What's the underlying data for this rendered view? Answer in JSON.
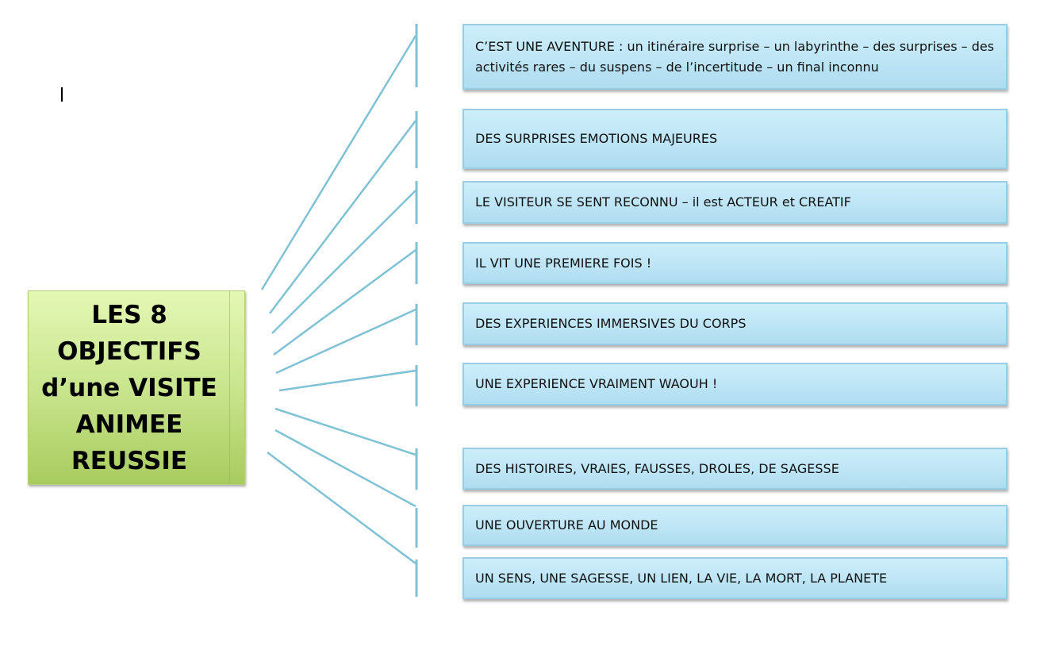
{
  "center": {
    "title": "LES 8 OBJECTIFS d’une VISITE ANIMEE REUSSIE"
  },
  "colors": {
    "center_fill": "#c6e389",
    "box_fill": "#c3e8f7",
    "connector": "#7fc2d6"
  },
  "objectives": [
    "C’EST UNE AVENTURE : un itinéraire surprise – un labyrinthe – des surprises – des activités rares – du suspens – de l’incertitude – un final inconnu",
    "DES SURPRISES EMOTIONS MAJEURES",
    "LE VISITEUR SE SENT RECONNU –  il est ACTEUR et CREATIF",
    "IL VIT UNE PREMIERE FOIS !",
    "DES EXPERIENCES IMMERSIVES DU CORPS",
    "UNE EXPERIENCE VRAIMENT WAOUH !",
    "DES HISTOIRES, VRAIES, FAUSSES, DROLES, DE SAGESSE",
    "UNE OUVERTURE AU MONDE",
    "UN SENS, UNE SAGESSE, UN LIEN, LA VIE, LA MORT, LA PLANETE"
  ]
}
